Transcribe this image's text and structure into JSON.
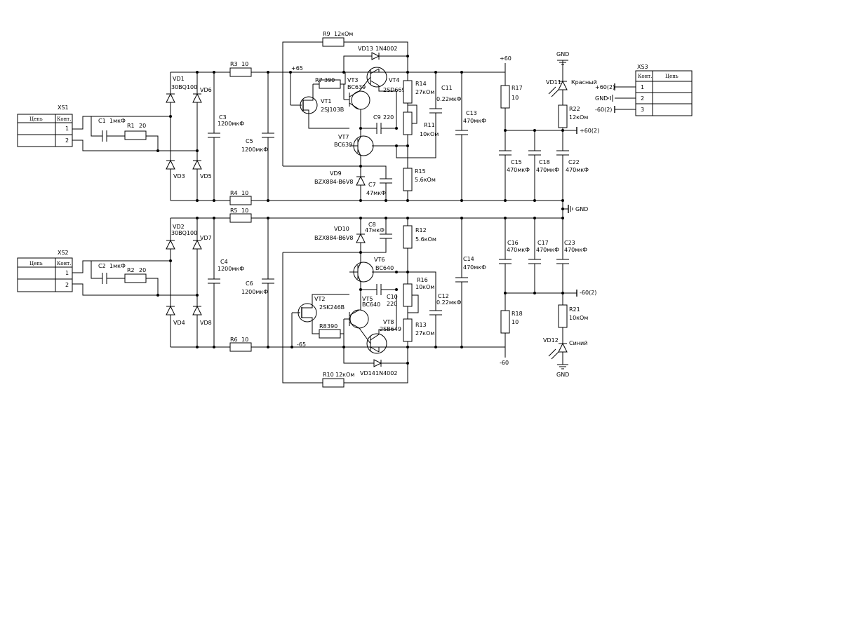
{
  "connectors": {
    "xs1": {
      "title": "XS1",
      "head": [
        "Цепь",
        "Конт."
      ],
      "pins": [
        "1",
        "2"
      ]
    },
    "xs2": {
      "title": "XS2",
      "head": [
        "Цепь",
        "Конт."
      ],
      "pins": [
        "1",
        "2"
      ]
    },
    "xs3": {
      "title": "XS3",
      "head": [
        "Конт.",
        "Цепь"
      ],
      "pins": [
        "1",
        "2",
        "3"
      ],
      "nets": [
        "+60(2)",
        "GND",
        "-60(2)"
      ]
    }
  },
  "nets": {
    "p60": "+60",
    "m60": "-60",
    "p65": "+65",
    "m65": "-65",
    "gnd": "GND",
    "p60_2": "+60(2)",
    "m60_2": "-60(2)"
  },
  "components": {
    "c1": {
      "ref": "C1",
      "value": "1мкФ"
    },
    "r1": {
      "ref": "R1",
      "value": "20"
    },
    "c2": {
      "ref": "C2",
      "value": "1мкФ"
    },
    "r2": {
      "ref": "R2",
      "value": "20"
    },
    "vd1": {
      "ref": "VD1",
      "value": "30BQ100"
    },
    "vd2": {
      "ref": "VD2",
      "value": "30BQ100"
    },
    "vd3": {
      "ref": "VD3"
    },
    "vd4": {
      "ref": "VD4"
    },
    "vd5": {
      "ref": "VD5"
    },
    "vd6": {
      "ref": "VD6"
    },
    "vd7": {
      "ref": "VD7"
    },
    "vd8": {
      "ref": "VD8"
    },
    "c3": {
      "ref": "C3",
      "value": "1200мкФ"
    },
    "c4": {
      "ref": "C4",
      "value": "1200мкФ"
    },
    "c5": {
      "ref": "C5",
      "value": "1200мкФ"
    },
    "c6": {
      "ref": "C6",
      "value": "1200мкФ"
    },
    "r3": {
      "ref": "R3",
      "value": "10"
    },
    "r4": {
      "ref": "R4",
      "value": "10"
    },
    "r5": {
      "ref": "R5",
      "value": "10"
    },
    "r6": {
      "ref": "R6",
      "value": "10"
    },
    "r7": {
      "ref": "R7",
      "value": "390"
    },
    "r8": {
      "ref": "R8",
      "value": "390"
    },
    "r9": {
      "ref": "R9",
      "value": "12кОм"
    },
    "r10": {
      "ref": "R10",
      "value": "12кОм"
    },
    "vd13": {
      "ref": "VD13",
      "value": "1N4002"
    },
    "vd14": {
      "ref": "VD14",
      "value": "1N4002"
    },
    "vt1": {
      "ref": "VT1",
      "value": "2SJ103B"
    },
    "vt2": {
      "ref": "VT2",
      "value": "2SK246B"
    },
    "vt3": {
      "ref": "VT3",
      "value": "BC639"
    },
    "vt4": {
      "ref": "VT4",
      "value": "2SD669"
    },
    "vt5": {
      "ref": "VT5",
      "value": "BC640"
    },
    "vt6": {
      "ref": "VT6",
      "value": "BC640"
    },
    "vt7": {
      "ref": "VT7",
      "value": "BC639"
    },
    "vt8": {
      "ref": "VT8",
      "value": "2SB649"
    },
    "c9": {
      "ref": "C9",
      "value": "220"
    },
    "c10": {
      "ref": "C10",
      "value": "220"
    },
    "r14": {
      "ref": "R14",
      "value": "27кОм"
    },
    "r13": {
      "ref": "R13",
      "value": "27кОм"
    },
    "r11": {
      "ref": "R11",
      "value": "10кОм"
    },
    "r16": {
      "ref": "R16",
      "value": "10кОм"
    },
    "r15": {
      "ref": "R15",
      "value": "5.6кОм"
    },
    "r12": {
      "ref": "R12",
      "value": "5.6кОм"
    },
    "c11": {
      "ref": "C11",
      "value": "0.22мкФ"
    },
    "c12": {
      "ref": "C12",
      "value": "0.22мкФ"
    },
    "vd9": {
      "ref": "VD9",
      "value": "BZX884-B6V8"
    },
    "vd10": {
      "ref": "VD10",
      "value": "BZX884-B6V8"
    },
    "c7": {
      "ref": "C7",
      "value": "47мкФ"
    },
    "c8": {
      "ref": "C8",
      "value": "47мкФ"
    },
    "c13": {
      "ref": "C13",
      "value": "470мкФ"
    },
    "c14": {
      "ref": "C14",
      "value": "470мкФ"
    },
    "r17": {
      "ref": "R17",
      "value": "10"
    },
    "r18": {
      "ref": "R18",
      "value": "10"
    },
    "c15": {
      "ref": "C15",
      "value": "470мкФ"
    },
    "c16": {
      "ref": "C16",
      "value": "470мкФ"
    },
    "c17": {
      "ref": "C17",
      "value": "470мкФ"
    },
    "c18": {
      "ref": "C18",
      "value": "470мкФ"
    },
    "c22": {
      "ref": "C22",
      "value": "470мкФ"
    },
    "c23": {
      "ref": "C23",
      "value": "470мкФ"
    },
    "r21": {
      "ref": "R21",
      "value": "10кОм"
    },
    "r22": {
      "ref": "R22",
      "value": "12кОм"
    },
    "vd11": {
      "ref": "VD11",
      "value": "Красный"
    },
    "vd12": {
      "ref": "VD12",
      "value": "Синий"
    }
  }
}
